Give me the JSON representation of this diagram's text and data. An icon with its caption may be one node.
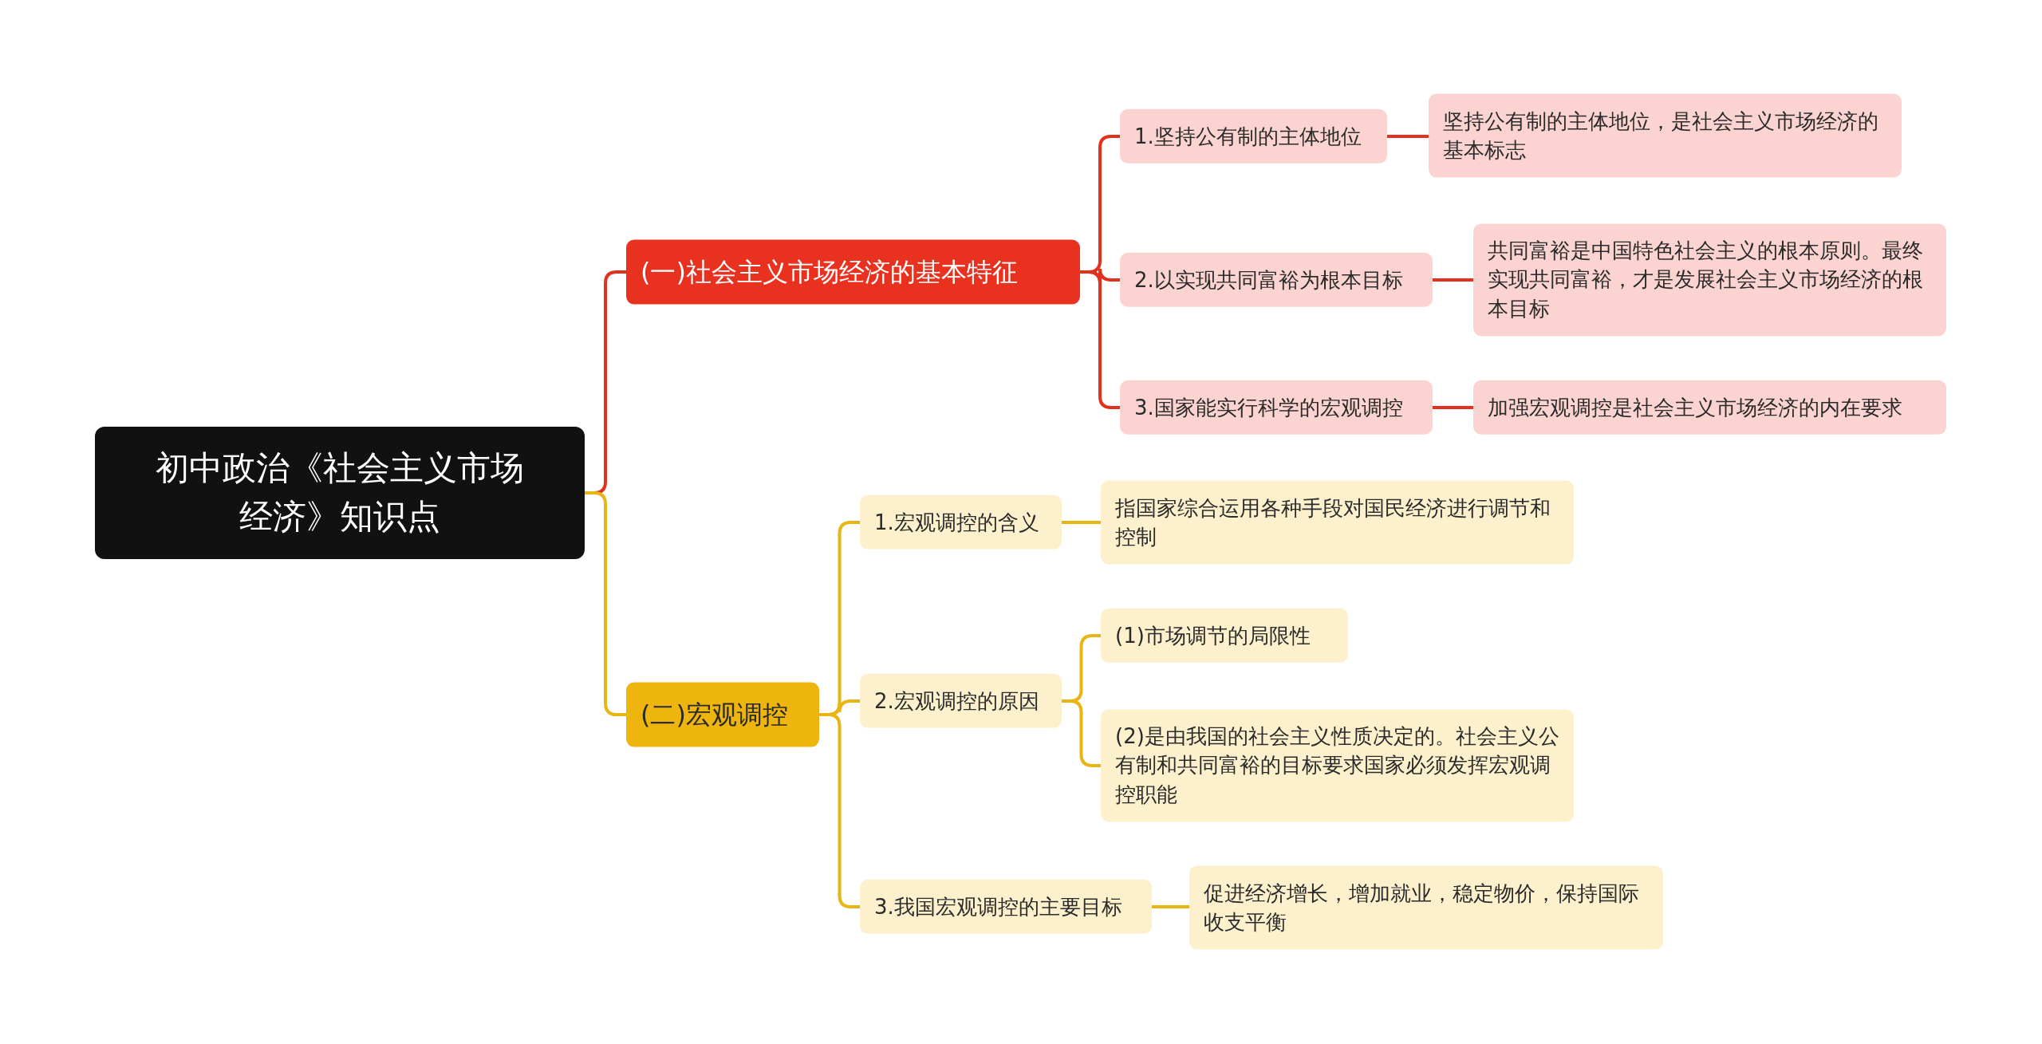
{
  "diagram": {
    "nodes": [
      {
        "text": [
          "初中政治《社会主义市场经济》知识点"
        ]
      },
      {
        "text": [
          "(一)社会主义市场经济的基本特征"
        ]
      },
      {
        "text": [
          "1.坚持公有制的主体地位"
        ]
      },
      {
        "text": [
          "坚持公有制的主体地位，是社会主义市场经济的基本标志"
        ]
      },
      {
        "text": [
          "2.以实现共同富裕为根本目标"
        ]
      },
      {
        "text": [
          "共同富裕是中国特色社会主义的根本原则。最终实现共同富裕，才是发展社会主义市场经济的根本目标"
        ]
      },
      {
        "text": [
          "3.国家能实行科学的宏观调控"
        ]
      },
      {
        "text": [
          "加强宏观调控是社会主义市场经济的内在要求"
        ]
      },
      {
        "text": [
          "(二)宏观调控"
        ]
      },
      {
        "text": [
          "1.宏观调控的含义"
        ]
      },
      {
        "text": [
          "指国家综合运用各种手段对国民经济进行调节和控制"
        ]
      },
      {
        "text": [
          "2.宏观调控的原因"
        ]
      },
      {
        "text": [
          "(1)市场调节的局限性"
        ]
      },
      {
        "text": [
          "(2)是由我国的社会主义性质决定的。社会主义公有制和共同富裕的目标要求国家必须发挥宏观调控职能"
        ]
      },
      {
        "text": [
          "3.我国宏观调控的主要目标"
        ]
      },
      {
        "text": [
          "促进经济增长，增加就业，稳定物价，保持国际收支平衡"
        ]
      }
    ],
    "edges": [
      {
        "from": 0,
        "to": 1,
        "arrow": "none",
        "color": "#e0321f"
      },
      {
        "from": 1,
        "to": 2,
        "arrow": "none",
        "color": "#e0321f"
      },
      {
        "from": 2,
        "to": 3,
        "arrow": "none",
        "color": "#e0321f"
      },
      {
        "from": 1,
        "to": 4,
        "arrow": "none",
        "color": "#e0321f"
      },
      {
        "from": 4,
        "to": 5,
        "arrow": "none",
        "color": "#e0321f"
      },
      {
        "from": 1,
        "to": 6,
        "arrow": "none",
        "color": "#e0321f"
      },
      {
        "from": 6,
        "to": 7,
        "arrow": "none",
        "color": "#e0321f"
      },
      {
        "from": 0,
        "to": 8,
        "arrow": "none"
      },
      {
        "from": 8,
        "to": 9,
        "arrow": "none"
      },
      {
        "from": 9,
        "to": 10,
        "arrow": "none"
      },
      {
        "from": 8,
        "to": 11,
        "arrow": "none"
      },
      {
        "from": 11,
        "to": 12,
        "arrow": "none"
      },
      {
        "from": 11,
        "to": 13,
        "arrow": "none"
      },
      {
        "from": 8,
        "to": 14,
        "arrow": "none"
      },
      {
        "from": 14,
        "to": 15,
        "arrow": "none"
      }
    ]
  }
}
